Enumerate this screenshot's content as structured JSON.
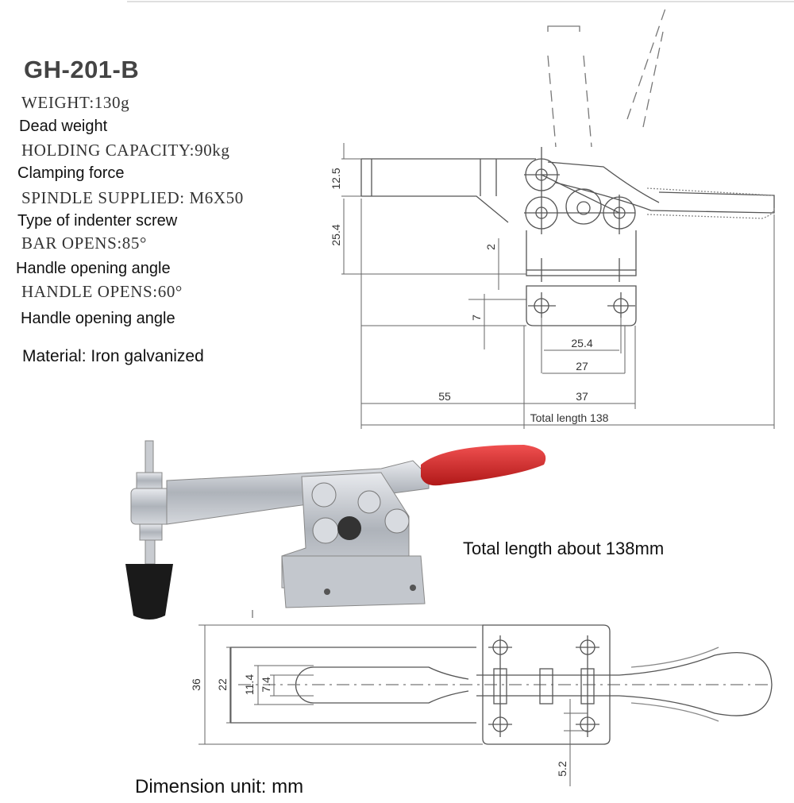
{
  "model": "GH-201-B",
  "specs": [
    {
      "label": "WEIGHT:130g",
      "desc": "Dead weight"
    },
    {
      "label": "HOLDING CAPACITY:90kg",
      "desc": "Clamping force"
    },
    {
      "label": "SPINDLE SUPPLIED: M6X50",
      "desc": "Type of indenter screw"
    },
    {
      "label": "BAR OPENS:85°",
      "desc": "Handle opening angle"
    },
    {
      "label": "HANDLE OPENS:60°",
      "desc": "Handle opening angle"
    }
  ],
  "material": "Material: Iron galvanized",
  "side_view_dims": {
    "d12_5": "12.5",
    "d25_4_v": "25.4",
    "d2": "2",
    "d7": "7",
    "d25_4_h": "25.4",
    "d27": "27",
    "d55": "55",
    "d37": "37",
    "total": "Total length 138"
  },
  "photo_caption": "Total length about 138mm",
  "top_view_dims": {
    "d36": "36",
    "d22": "22",
    "d11_4": "11.4",
    "d7_4": "7.4",
    "d5_2": "5.2"
  },
  "unit_note": "Dimension unit: mm",
  "colors": {
    "handle_red": "#d42a2a",
    "steel": "#b8bcc2",
    "line": "#555555"
  }
}
